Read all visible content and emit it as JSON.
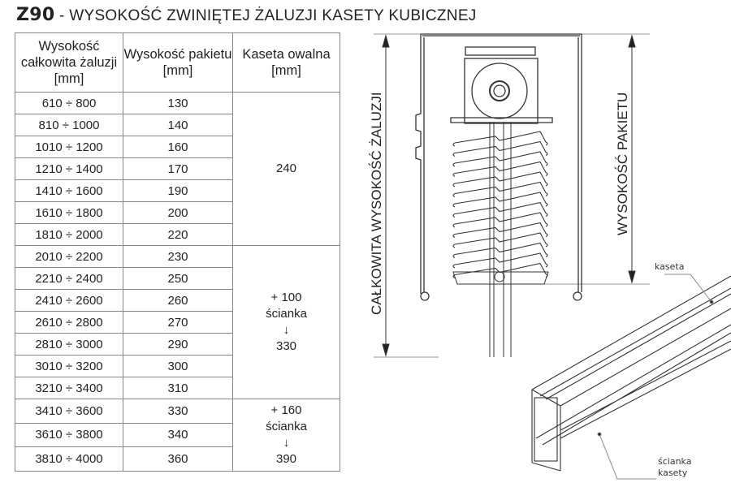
{
  "title": {
    "code": "Z90",
    "text": " - WYSOKOŚĆ ZWINIĘTEJ ŻALUZJI KASETY KUBICZNEJ"
  },
  "table": {
    "headers": [
      "Wysokość całkowita żaluzji [mm]",
      "Wysokość pakietu [mm]",
      "Kaseta owalna [mm]"
    ],
    "rows": [
      [
        "610 ÷ 800",
        "130"
      ],
      [
        "810 ÷ 1000",
        "140"
      ],
      [
        "1010 ÷ 1200",
        "160"
      ],
      [
        "1210 ÷ 1400",
        "170"
      ],
      [
        "1410 ÷ 1600",
        "190"
      ],
      [
        "1610 ÷ 1800",
        "200"
      ],
      [
        "1810 ÷ 2000",
        "220"
      ],
      [
        "2010 ÷ 2200",
        "230"
      ],
      [
        "2210 ÷ 2400",
        "250"
      ],
      [
        "2410 ÷ 2600",
        "260"
      ],
      [
        "2610 ÷ 2800",
        "270"
      ],
      [
        "2810 ÷ 3000",
        "290"
      ],
      [
        "3010 ÷ 3200",
        "300"
      ],
      [
        "3210 ÷ 3400",
        "310"
      ],
      [
        "3410 ÷ 3600",
        "330"
      ],
      [
        "3610 ÷ 3800",
        "340"
      ],
      [
        "3810 ÷ 4000",
        "360"
      ]
    ],
    "groups": [
      {
        "lines": [
          "240"
        ]
      },
      {
        "lines": [
          "+ 100",
          "ścianka",
          "↓",
          "330"
        ]
      },
      {
        "lines": [
          "+ 160",
          "ścianka",
          "↓",
          "390"
        ]
      }
    ]
  },
  "diagram": {
    "label_total": "CAŁKOWITA WYSOKOŚĆ ŻALUZJI",
    "label_package": "WYSOKOŚĆ PAKIETU",
    "label_cassette": "kaseta",
    "label_wall_1": "ścianka",
    "label_wall_2": "kasety"
  }
}
